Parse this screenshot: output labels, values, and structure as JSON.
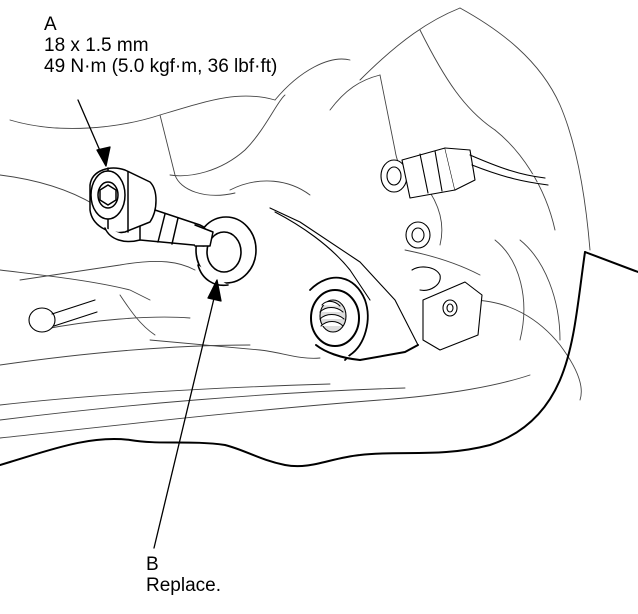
{
  "callouts": {
    "a": {
      "letter": "A",
      "size": "18 x 1.5 mm",
      "torque": "49 N·m (5.0 kgf·m, 36 lbf·ft)"
    },
    "b": {
      "letter": "B",
      "note": "Replace."
    }
  },
  "style": {
    "line_color": "#000000",
    "fill_color": "#ffffff",
    "light_line_color": "#555555"
  }
}
